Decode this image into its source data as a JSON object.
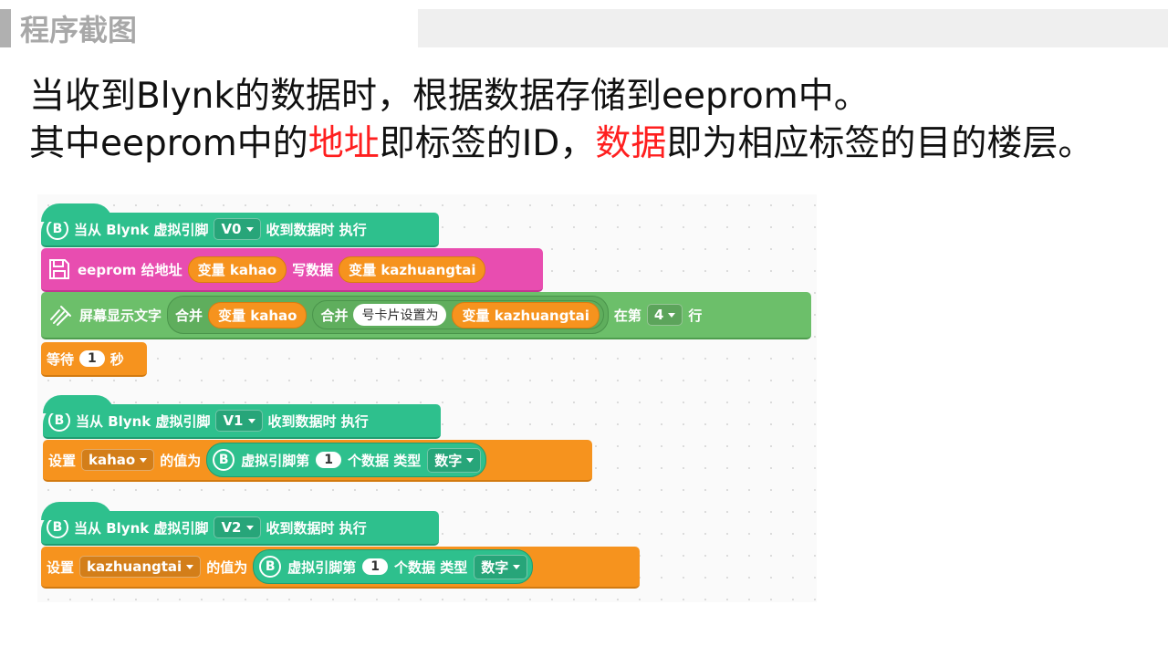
{
  "header": {
    "title": "程序截图"
  },
  "description": {
    "line1": "当收到Blynk的数据时，根据数据存储到eeprom中。",
    "line2_a": "其中eeprom中的",
    "line2_b": "地址",
    "line2_c": "即标签的ID，",
    "line2_d": "数据",
    "line2_e": "即为相应标签的目的楼层。"
  },
  "blocks": {
    "b_badge": "B",
    "event1": {
      "prefix": "当从 Blynk 虚拟引脚",
      "pin": "V0",
      "suffix": "收到数据时 执行"
    },
    "eeprom": {
      "label": "eeprom 给地址",
      "var1": "变量 kahao",
      "mid": "写数据",
      "var2": "变量 kazhuangtai"
    },
    "display": {
      "label": "屏幕显示文字",
      "join1": "合并",
      "var1": "变量 kahao",
      "join2": "合并",
      "text": "号卡片设置为",
      "var2": "变量 kazhuangtai",
      "row_prefix": "在第",
      "row": "4",
      "row_suffix": "行"
    },
    "wait": {
      "label": "等待",
      "value": "1",
      "unit": "秒"
    },
    "event2": {
      "prefix": "当从 Blynk 虚拟引脚",
      "pin": "V1",
      "suffix": "收到数据时 执行"
    },
    "set1": {
      "label": "设置",
      "var": "kahao",
      "mid": "的值为",
      "vpin": "虚拟引脚第",
      "index": "1",
      "type_label": "个数据 类型",
      "type": "数字"
    },
    "event3": {
      "prefix": "当从 Blynk 虚拟引脚",
      "pin": "V2",
      "suffix": "收到数据时 执行"
    },
    "set2": {
      "label": "设置",
      "var": "kazhuangtai",
      "mid": "的值为",
      "vpin": "虚拟引脚第",
      "index": "1",
      "type_label": "个数据 类型",
      "type": "数字"
    }
  }
}
